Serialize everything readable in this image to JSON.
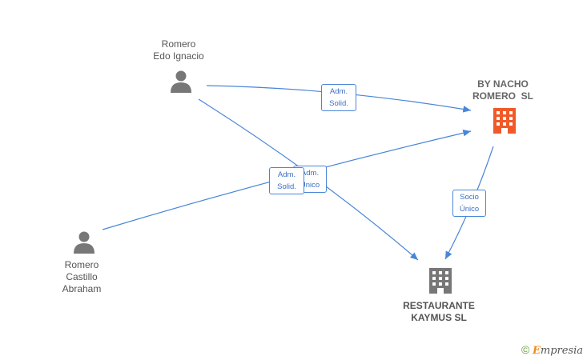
{
  "nodes": {
    "person1": {
      "lines": [
        "Romero",
        "Edo Ignacio"
      ]
    },
    "person2": {
      "lines": [
        "Romero",
        "Castillo",
        "Abraham"
      ]
    },
    "company_main": {
      "lines": [
        "BY NACHO",
        "ROMERO  SL"
      ],
      "color": "#f05a28"
    },
    "company2": {
      "lines": [
        "RESTAURANTE",
        "KAYMUS SL"
      ],
      "color": "#777777"
    }
  },
  "edges": [
    {
      "from": "person1",
      "to": "company_main",
      "label": [
        "Adm.",
        "Solid."
      ]
    },
    {
      "from": "person1",
      "to": "company2",
      "label": [
        "Adm.",
        "Unico"
      ]
    },
    {
      "from": "person2",
      "to": "company_main",
      "label": [
        "Adm.",
        "Solid."
      ]
    },
    {
      "from": "company_main",
      "to": "company2",
      "label": [
        "Socio",
        "Único"
      ]
    }
  ],
  "colors": {
    "edge": "#4a86d8",
    "person_icon": "#777777"
  },
  "brand": {
    "copyright": "©",
    "initial": "E",
    "rest": "mpresia"
  }
}
